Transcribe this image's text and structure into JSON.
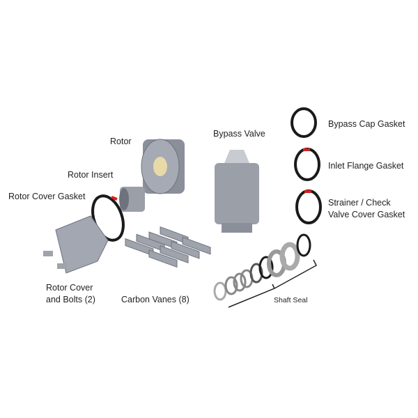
{
  "labels": {
    "rotor": "Rotor",
    "bypass_valve": "Bypass Valve",
    "bypass_cap_gasket": "Bypass Cap Gasket",
    "rotor_insert": "Rotor Insert",
    "inlet_flange_gasket": "Inlet Flange Gasket",
    "rotor_cover_gasket": "Rotor Cover Gasket",
    "strainer_line1": "Strainer / Check",
    "strainer_line2": "Valve Cover Gasket",
    "rotor_cover_line1": "Rotor Cover",
    "rotor_cover_line2": "and Bolts (2)",
    "carbon_vanes": "Carbon Vanes (8)",
    "shaft_seal": "Shaft Seal"
  },
  "colors": {
    "part_gray": "#8a8f9a",
    "gasket": "#1a1a1a",
    "accent_red": "#d62020",
    "rotor_insert": "#e8d9a8"
  }
}
